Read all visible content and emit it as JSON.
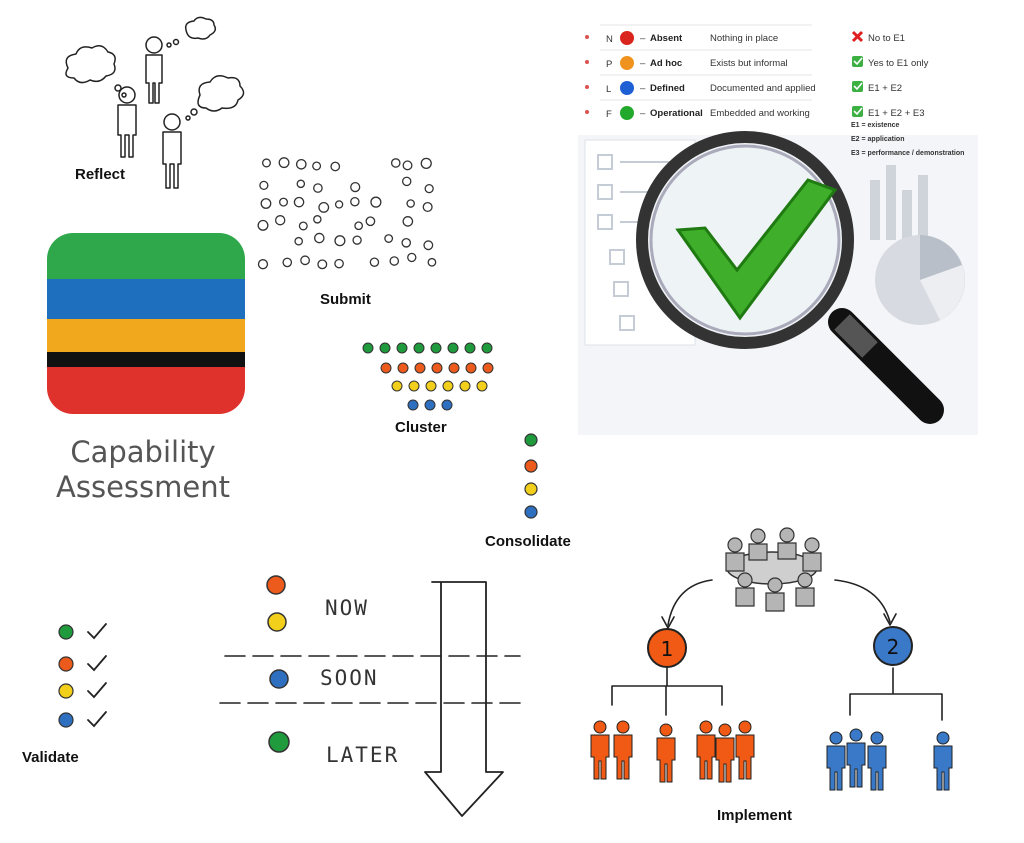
{
  "steps": {
    "reflect": "Reflect",
    "submit": "Submit",
    "cluster": "Cluster",
    "consolidate": "Consolidate",
    "validate": "Validate",
    "implement": "Implement"
  },
  "logo": {
    "line1": "Capability",
    "line2": "Assessment",
    "stripes": [
      "#2ea84a",
      "#1f6fbf",
      "#f2a81c",
      "#111111",
      "#e0322c"
    ]
  },
  "legend": {
    "rows": [
      {
        "code": "N",
        "name": "Absent",
        "desc": "Nothing in place",
        "color": "#d9251d",
        "evidence": "No to E1",
        "evidence_icon": "cross"
      },
      {
        "code": "P",
        "name": "Ad hoc",
        "desc": "Exists but informal",
        "color": "#f0931e",
        "evidence": "Yes to E1 only",
        "evidence_icon": "check"
      },
      {
        "code": "L",
        "name": "Defined",
        "desc": "Documented and applied",
        "color": "#1e5fd4",
        "evidence": "E1 + E2",
        "evidence_icon": "check"
      },
      {
        "code": "F",
        "name": "Operational",
        "desc": "Embedded and working",
        "color": "#22a82a",
        "evidence": "E1 + E2 + E3",
        "evidence_icon": "check"
      }
    ],
    "separator": "–",
    "notes": [
      "E1 = existence",
      "E2 = application",
      "E3 = performance / demonstration"
    ]
  },
  "priority": {
    "now": "NOW",
    "soon": "SOON",
    "later": "LATER"
  },
  "implement": {
    "group1": "1",
    "group2": "2"
  },
  "colors": {
    "green": "#1f9a3c",
    "orange": "#ec5a1c",
    "yellow": "#f1cf1a",
    "blue": "#2f6fc0",
    "people_orange": "#f05a14",
    "people_blue": "#3a78c8"
  }
}
